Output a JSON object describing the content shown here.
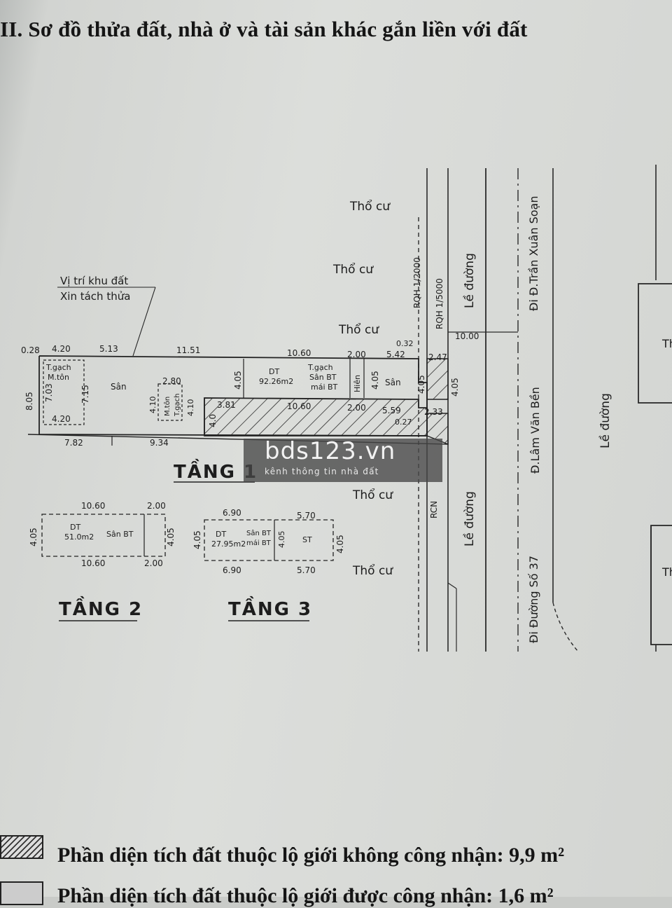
{
  "heading": "II. Sơ đồ thửa đất, nhà ở và tài sản khác gắn liền với đất",
  "watermark": {
    "title": "bds123.vn",
    "subtitle": "kênh thông tin nhà đất"
  },
  "floors": {
    "f1": "TẦNG 1",
    "f2": "TẦNG 2",
    "f3": "TẦNG 3"
  },
  "neighbors": {
    "tho_cu": "Thổ cư"
  },
  "sidewalk": "Lề đường",
  "site": {
    "line1": "Vị trí khu đất",
    "line2": "Xin tách thửa"
  },
  "roads": {
    "tran_xuan_soan": "Đi Đ.Trần Xuân Soạn",
    "lam_van_ben": "Đ.Lâm Văn Bền",
    "duong_so_37": "Đi Đường Số 37",
    "rqh_2000": "RQH 1/2000",
    "rqh_5000": "RQH 1/5000",
    "rcn": "RCN"
  },
  "floor1": {
    "top_dims": [
      "0.28",
      "4.20",
      "5.13",
      "11.51",
      "10.60",
      "2.00",
      "5.42",
      "2.47",
      "0.32"
    ],
    "bottom_dims": [
      "7.82",
      "9.34",
      "3.81",
      "10.60",
      "2.00",
      "5.59",
      "2.33",
      "0.27"
    ],
    "side_dims": [
      "8.05",
      "7.03",
      "7.15",
      "4.05",
      "4.05",
      "4.05",
      "4.05",
      "4.0",
      "4.10",
      "4.10"
    ],
    "misc": [
      "4.20",
      "2.80",
      "10.00"
    ],
    "rooms": {
      "tgach_mton": [
        "T.gạch",
        "M.tôn"
      ],
      "san": "Sân",
      "mton_tgach": [
        "M.tôn",
        "T.gạch"
      ],
      "dt": "DT",
      "area": "92.26m2",
      "tgach_san": [
        "T.gạch",
        "Sân BT",
        "mái BT"
      ],
      "hien": "Hiên",
      "san2": "Sân"
    }
  },
  "floor2": {
    "dims": [
      "10.60",
      "2.00",
      "10.60",
      "2.00",
      "4.05",
      "4.05"
    ],
    "dt": "DT",
    "area": "51.0m2",
    "san": "Sân BT"
  },
  "floor3": {
    "dims": [
      "6.90",
      "5.70",
      "6.90",
      "5.70",
      "4.05",
      "4.05",
      "4.05"
    ],
    "dt": "DT",
    "area": "27.95m2",
    "san": [
      "Sân BT",
      "mái BT"
    ],
    "st": "ST"
  },
  "right_blocks": {
    "th1": "Th",
    "th2": "Th"
  },
  "legend": {
    "row1": "Phần diện tích đất thuộc lộ giới không công nhận: 9,9 m²",
    "row2": "Phần diện tích đất thuộc lộ giới được công nhận: 1,6 m²"
  }
}
